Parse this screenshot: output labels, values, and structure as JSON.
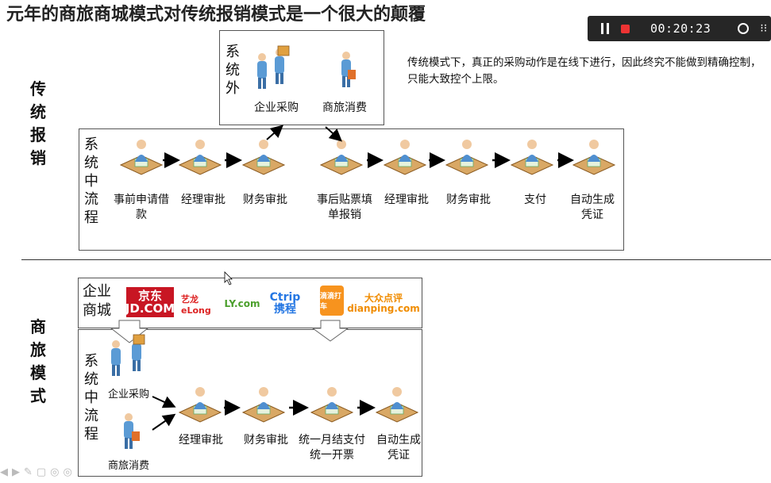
{
  "title": "元年的商旅商城模式对传统报销模式是一个很大的颠覆",
  "recorder": {
    "time": "00:20:23"
  },
  "traditional": {
    "side_label": "传统报销",
    "outside_label": "系统外",
    "outside_items": [
      "企业采购",
      "商旅消费"
    ],
    "inside_label": "系统中流程",
    "steps": [
      "事前申请借款",
      "经理审批",
      "财务审批",
      "事后贴票填单报销",
      "经理审批",
      "财务审批",
      "支付",
      "自动生成凭证"
    ],
    "note": "传统模式下，真正的采购动作是在线下进行，因此终究不能做到精确控制，只能大致控个上限。"
  },
  "mall": {
    "side_label": "商旅模式",
    "mall_label": "企业商城",
    "logos": {
      "jd_cn": "京东",
      "jd_en": "JD.COM",
      "elong": "艺龙 eLong",
      "ly": "LY.com",
      "ctrip_en": "Ctrip",
      "ctrip_cn": "携程",
      "didi": "滴滴打车",
      "dz_cn": "大众点评",
      "dz_en": "dianping.com"
    },
    "inside_label": "系统中流程",
    "sources": [
      "企业采购",
      "商旅消费"
    ],
    "steps": [
      "经理审批",
      "财务审批",
      "统一月结支付统一开票",
      "自动生成凭证"
    ]
  }
}
